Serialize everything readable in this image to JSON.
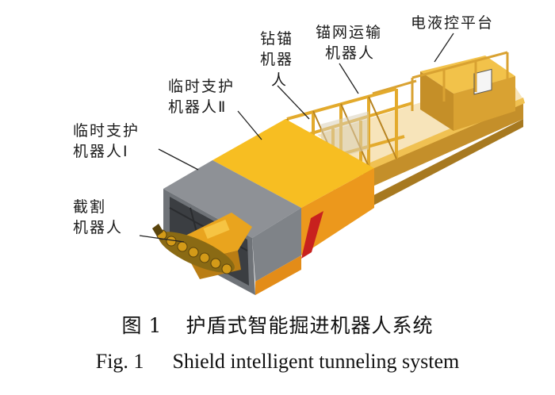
{
  "labels": {
    "cutting_robot": [
      "截割",
      "机器人"
    ],
    "temp_support_1": [
      "临时支护",
      "机器人Ⅰ"
    ],
    "temp_support_2": [
      "临时支护",
      "机器人Ⅱ"
    ],
    "drilling_anchoring": [
      "钻锚",
      "机器",
      "人"
    ],
    "mesh_transport": [
      "锚网运输",
      "机器人"
    ],
    "electro_hydraulic": [
      "电液控平台"
    ]
  },
  "caption": {
    "cn_prefix": "图",
    "cn_number": "1",
    "cn_title": "护盾式智能掘进机器人系统",
    "en_prefix": "Fig.",
    "en_number": "1",
    "en_title": "Shield intelligent tunneling system"
  },
  "colors": {
    "shield_top_yellow": "#f6bc1e",
    "shield_side_orange": "#ec9a1c",
    "shield_gray": "#8f9297",
    "frame_yellow": "#e8b33a",
    "stripe_red": "#c8211e",
    "leader_line": "#222222"
  }
}
